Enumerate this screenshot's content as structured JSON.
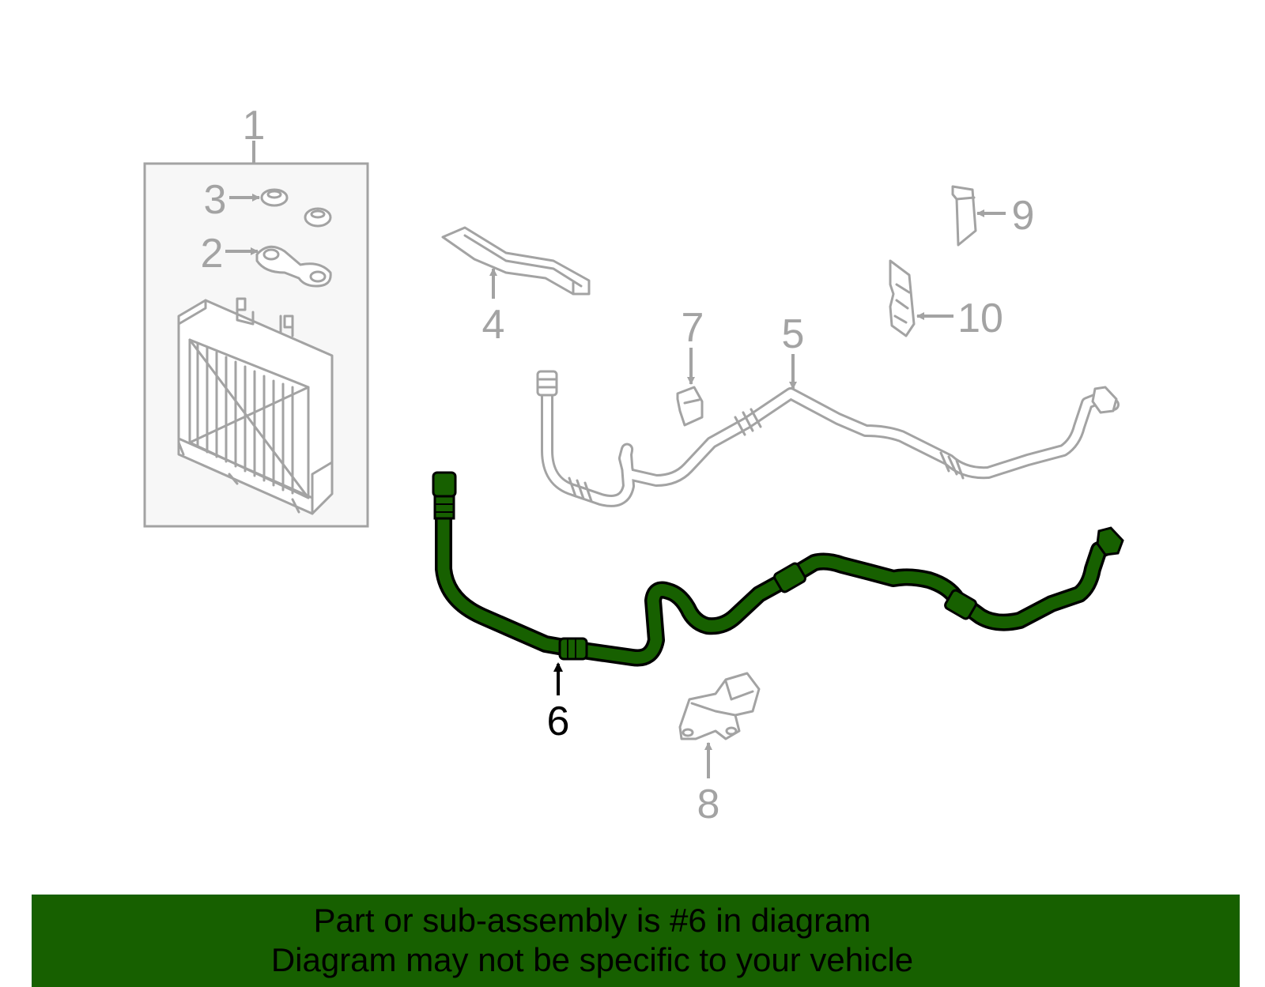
{
  "callouts": {
    "p1": "1",
    "p2": "2",
    "p3": "3",
    "p4": "4",
    "p5": "5",
    "p6": "6",
    "p7": "7",
    "p8": "8",
    "p9": "9",
    "p10": "10"
  },
  "highlighted_part": "6",
  "colors": {
    "highlight": "#176000",
    "highlight_outline": "#000000",
    "part_grey": "#a3a3a3",
    "banner": "#176000"
  },
  "banner": {
    "line1": "Part or sub-assembly is #6 in diagram",
    "line2": "Diagram may not be specific to your vehicle"
  }
}
